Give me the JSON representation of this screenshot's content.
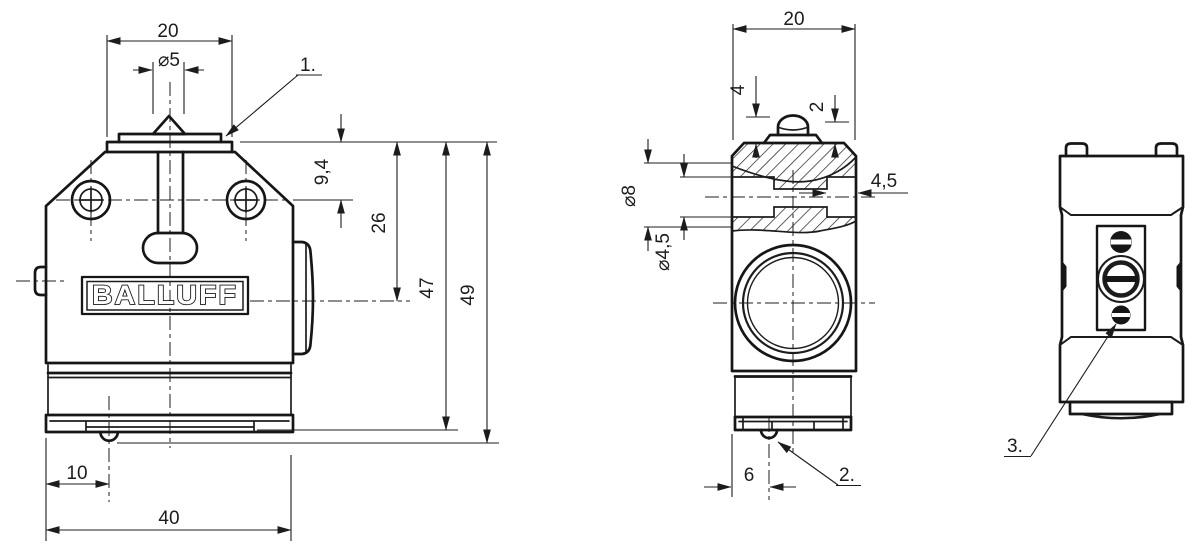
{
  "drawing": {
    "brand": "BALLUFF",
    "line_color": "#161616",
    "background": "#ffffff",
    "front_view": {
      "dim_top_width": "20",
      "dim_plunger_diameter": "⌀5",
      "dim_hole_center_from_top": "9,4",
      "dim_cable_entry_from_top": "26",
      "dim_body_height": "47",
      "dim_total_height": "49",
      "dim_pin_from_left": "10",
      "dim_base_width": "40",
      "callout": "1."
    },
    "side_view": {
      "dim_depth": "20",
      "dim_plunger_protrusion": "4",
      "dim_collar_protrusion": "2",
      "dim_counterbore_diameter": "⌀8",
      "dim_hole_diameter": "⌀4,5",
      "dim_counterbore_depth": "4,5",
      "dim_pin_from_left": "6",
      "callout": "2."
    },
    "rear_view": {
      "callout": "3."
    }
  }
}
